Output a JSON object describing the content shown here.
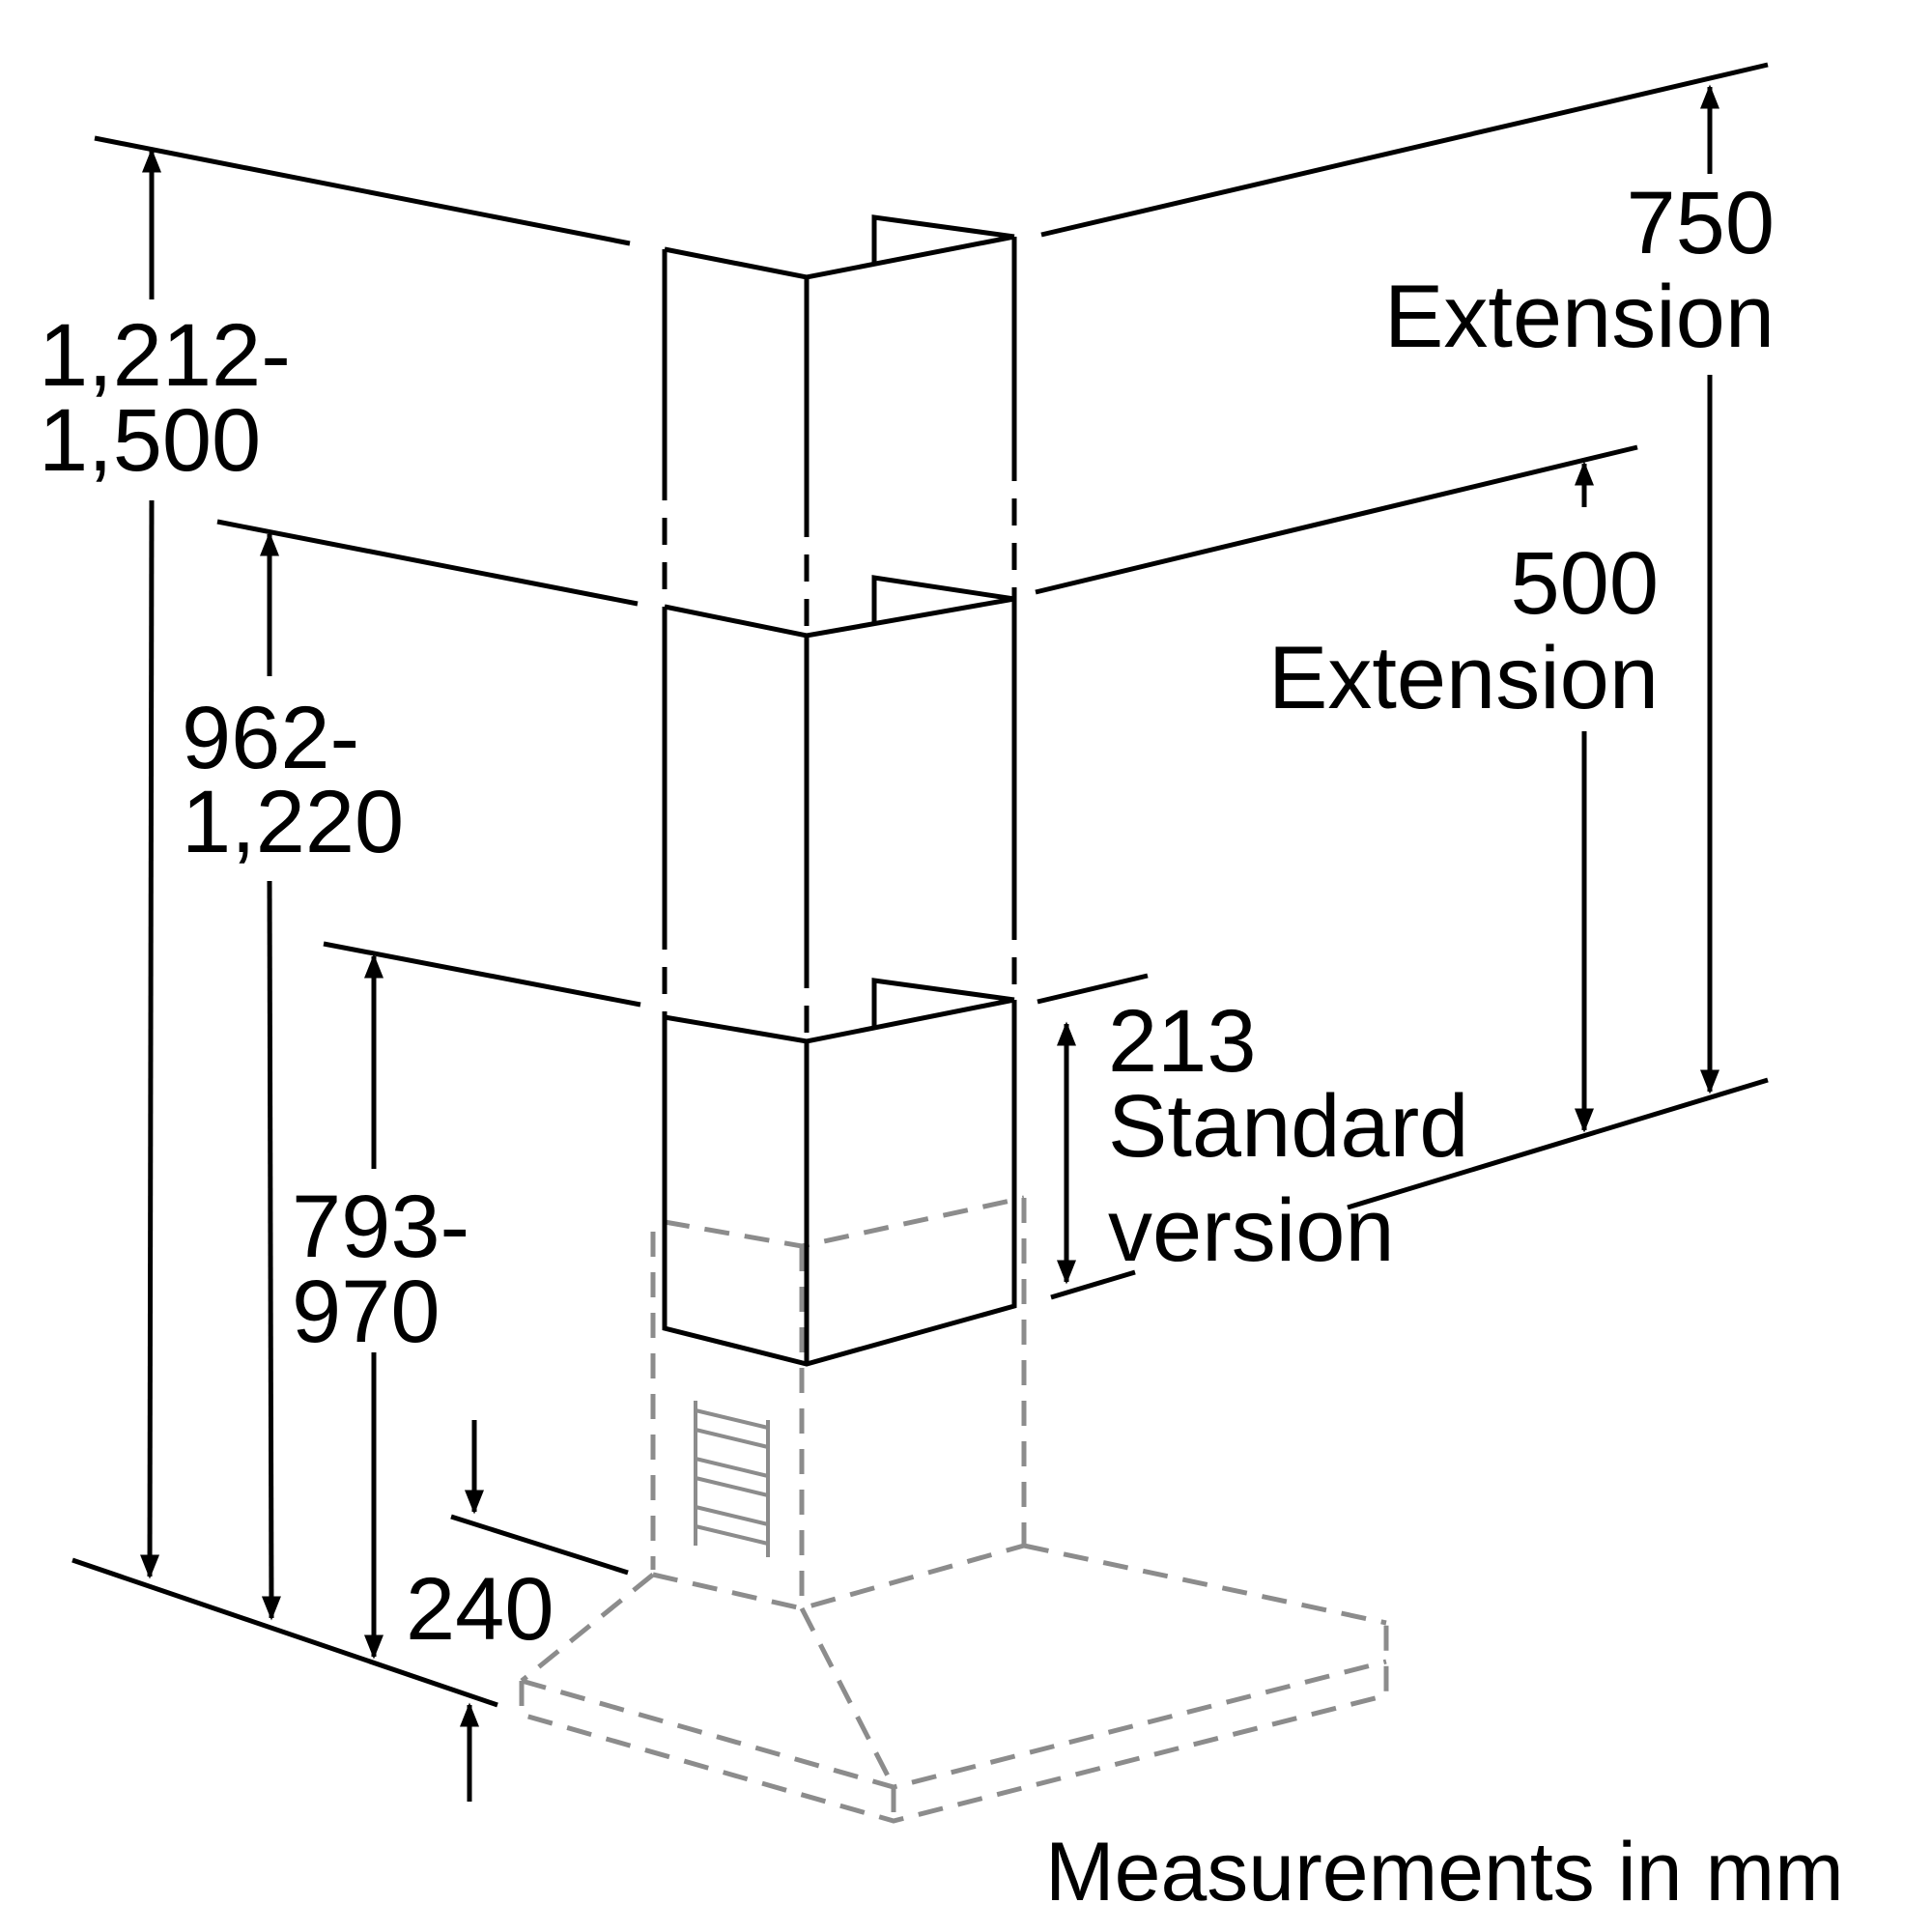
{
  "colors": {
    "ink": "#000000",
    "ghost": "#8c8c8c",
    "background": "#ffffff"
  },
  "dimensions": {
    "total_1212_1500": {
      "line1": "1,212-",
      "line2": "1,500"
    },
    "total_962_1220": {
      "line1": "962-",
      "line2": "1,220"
    },
    "total_793_970": {
      "line1": "793-",
      "line2": "970"
    },
    "hood_240": {
      "value": "240"
    },
    "extension_750": {
      "value": "750",
      "label": "Extension"
    },
    "extension_500": {
      "value": "500",
      "label": "Extension"
    },
    "standard_213": {
      "value": "213",
      "label1": "Standard",
      "label2": "version"
    }
  },
  "footer": {
    "caption": "Measurements in mm"
  }
}
